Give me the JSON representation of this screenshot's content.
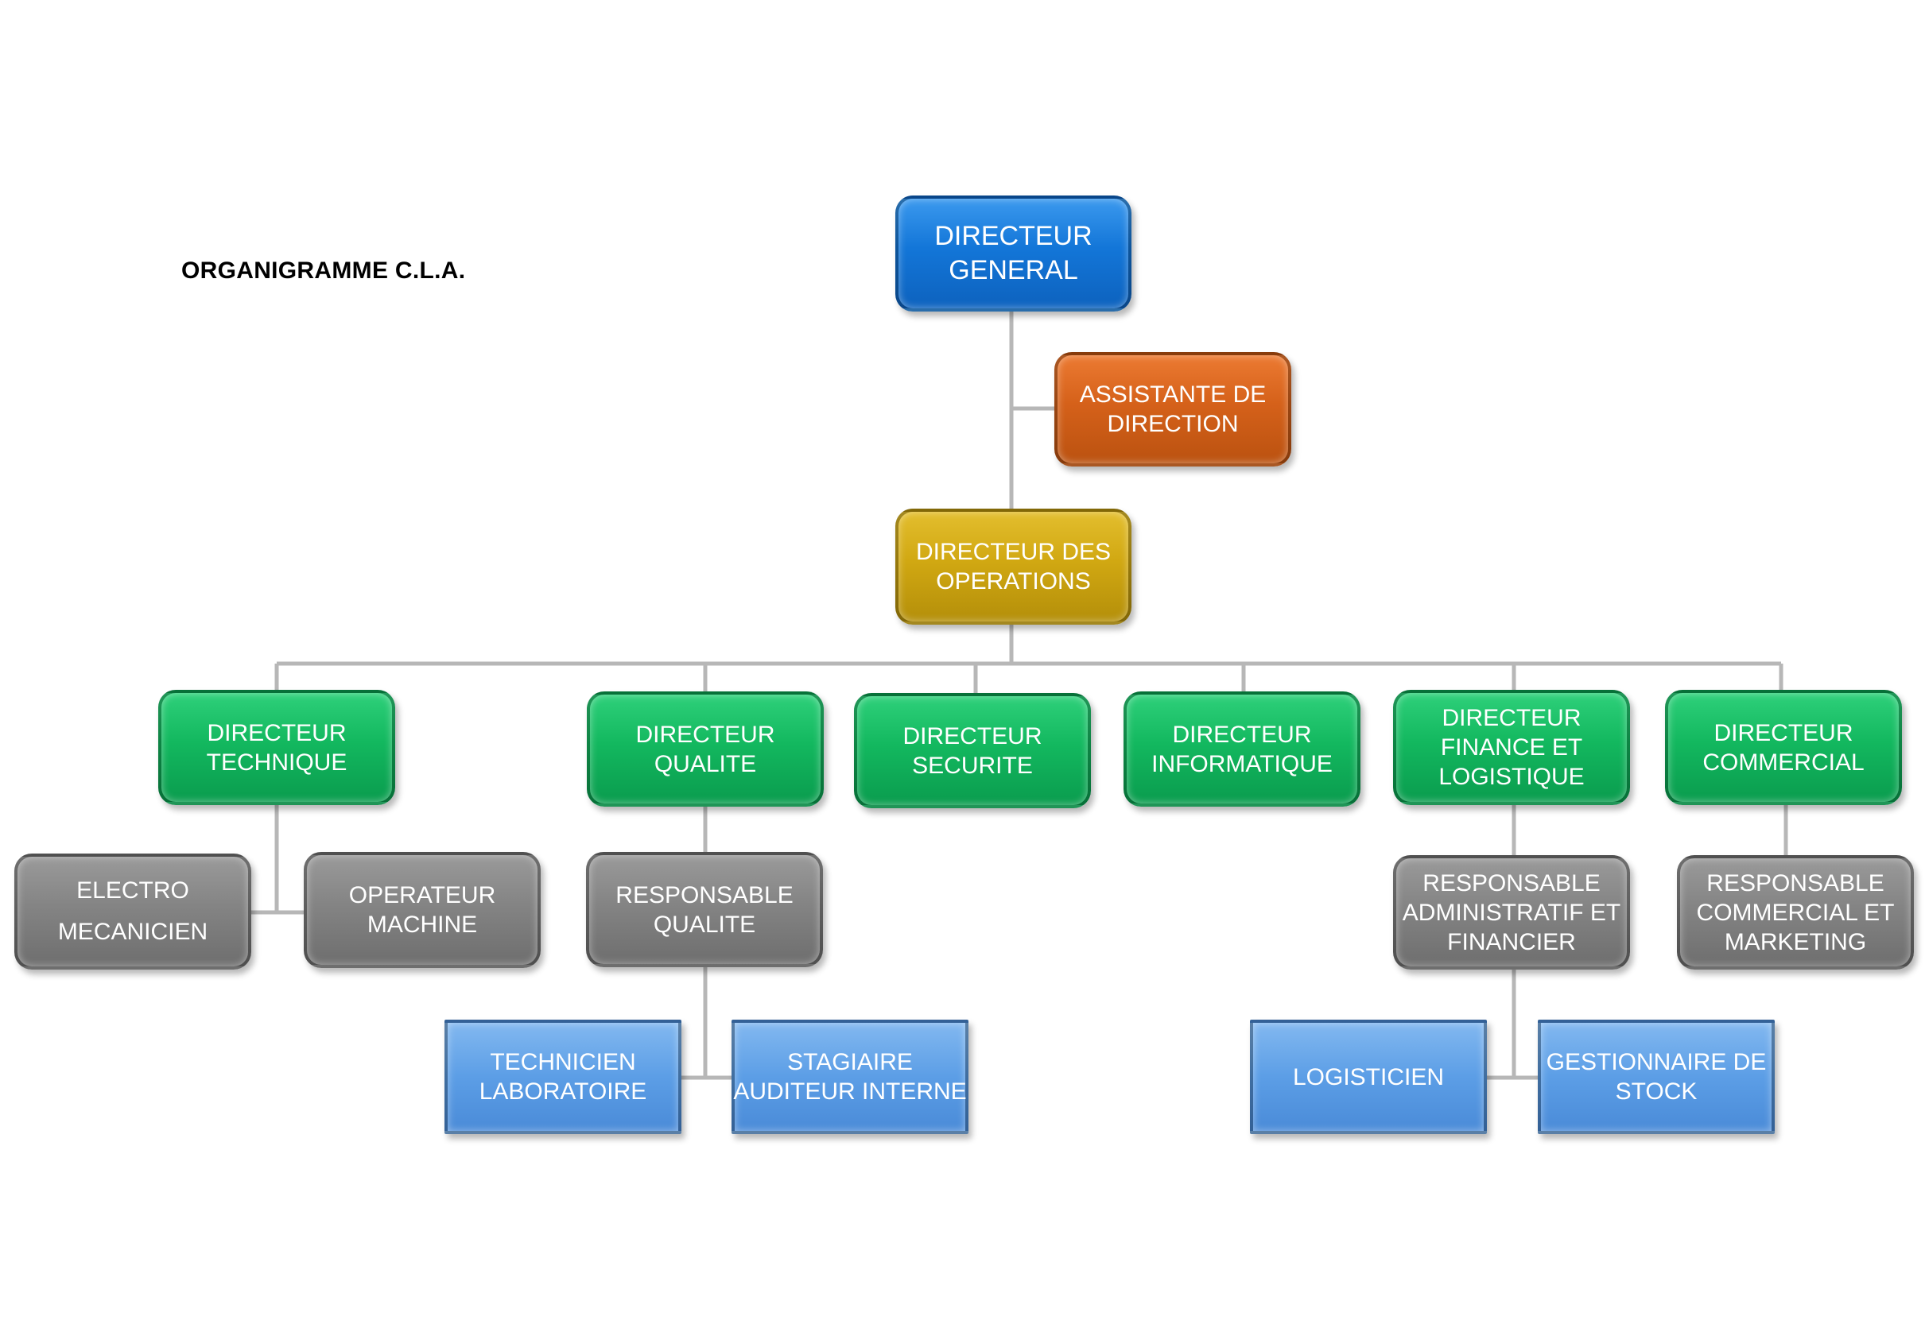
{
  "title": "ORGANIGRAMME C.L.A.",
  "colors": {
    "connector": "#b7b7b7",
    "directeur_general": "#1376d8",
    "assistante": "#d5611a",
    "operations": "#d1a812",
    "directors": "#13b85f",
    "managers": "#848484",
    "staff": "#5c9ee6"
  },
  "nodes": {
    "dg": [
      "DIRECTEUR",
      "GENERAL"
    ],
    "assistante": [
      "ASSISTANTE DE",
      "DIRECTION"
    ],
    "operations": [
      "DIRECTEUR DES",
      "OPERATIONS"
    ],
    "technique": [
      "DIRECTEUR",
      "TECHNIQUE"
    ],
    "qualite": [
      "DIRECTEUR",
      "QUALITE"
    ],
    "securite": [
      "DIRECTEUR",
      "SECURITE"
    ],
    "informatique": [
      "DIRECTEUR",
      "INFORMATIQUE"
    ],
    "finance": [
      "DIRECTEUR",
      "FINANCE ET",
      "LOGISTIQUE"
    ],
    "commercial": [
      "DIRECTEUR",
      "COMMERCIAL"
    ],
    "electro": [
      "ELECTRO",
      "MECANICIEN"
    ],
    "operateur": [
      "OPERATEUR",
      "MACHINE"
    ],
    "resp_qualite": [
      "RESPONSABLE",
      "QUALITE"
    ],
    "resp_admin": [
      "RESPONSABLE",
      "ADMINISTRATIF ET",
      "FINANCIER"
    ],
    "resp_commercial": [
      "RESPONSABLE",
      "COMMERCIAL ET",
      "MARKETING"
    ],
    "technicien": [
      "TECHNICIEN",
      "LABORATOIRE"
    ],
    "stagiaire": [
      "STAGIAIRE",
      "AUDITEUR INTERNE"
    ],
    "logisticien": [
      "LOGISTICIEN"
    ],
    "gestionnaire": [
      "GESTIONNAIRE DE",
      "STOCK"
    ]
  }
}
